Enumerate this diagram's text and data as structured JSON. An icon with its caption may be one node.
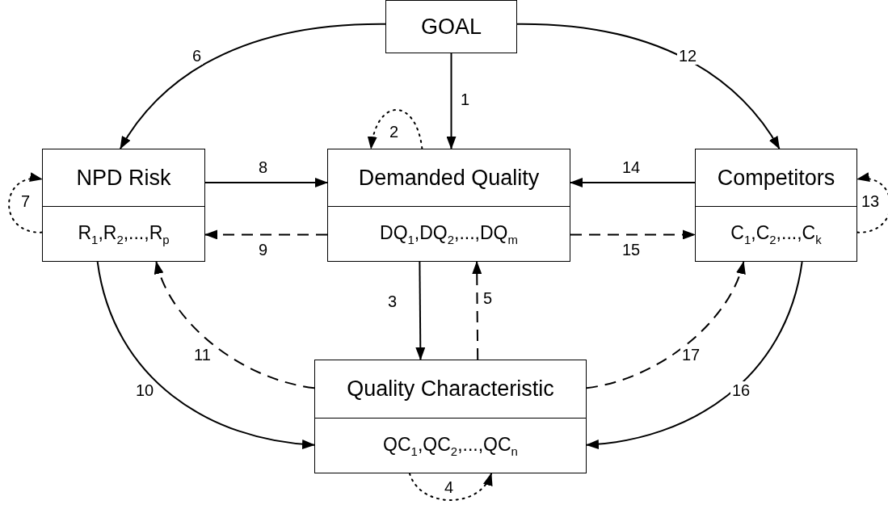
{
  "diagram": {
    "nodes": [
      {
        "text": [
          "GOAL"
        ]
      },
      {
        "text": [
          "NPD Risk",
          "R$_{1}$,R$_{2}$,...,R$_{p}$"
        ]
      },
      {
        "text": [
          "Demanded Quality",
          "DQ$_{1}$,DQ$_{2}$,...,DQ$_{m}$"
        ]
      },
      {
        "text": [
          "Competitors",
          "C$_{1}$,C$_{2}$,...,C$_{k}$"
        ]
      },
      {
        "text": [
          "Quality Characteristic",
          "QC$_{1}$,QC$_{2}$,...,QC$_{n}$"
        ]
      }
    ],
    "edges": [
      {
        "from": 0,
        "to": 2,
        "arrow": "to",
        "label": "1"
      },
      {
        "from": 2,
        "to": 2,
        "arrow": "to",
        "label": "2",
        "style": "dashed"
      },
      {
        "from": 2,
        "to": 4,
        "arrow": "to",
        "label": "3"
      },
      {
        "from": 4,
        "to": 4,
        "arrow": "to",
        "label": "4",
        "style": "dashed"
      },
      {
        "from": 4,
        "to": 2,
        "arrow": "to",
        "label": "5",
        "style": "dashed"
      },
      {
        "from": 0,
        "to": 1,
        "arrow": "to",
        "label": "6"
      },
      {
        "from": 1,
        "to": 1,
        "arrow": "to",
        "label": "7",
        "style": "dashed"
      },
      {
        "from": 1,
        "to": 2,
        "arrow": "to",
        "label": "8"
      },
      {
        "from": 2,
        "to": 1,
        "arrow": "to",
        "label": "9",
        "style": "dashed"
      },
      {
        "from": 1,
        "to": 4,
        "arrow": "to",
        "label": "10"
      },
      {
        "from": 4,
        "to": 1,
        "arrow": "to",
        "label": "11",
        "style": "dashed"
      },
      {
        "from": 0,
        "to": 3,
        "arrow": "to",
        "label": "12"
      },
      {
        "from": 3,
        "to": 3,
        "arrow": "to",
        "label": "13",
        "style": "dashed"
      },
      {
        "from": 3,
        "to": 2,
        "arrow": "to",
        "label": "14"
      },
      {
        "from": 2,
        "to": 3,
        "arrow": "to",
        "label": "15",
        "style": "dashed"
      },
      {
        "from": 3,
        "to": 4,
        "arrow": "to",
        "label": "16"
      },
      {
        "from": 4,
        "to": 3,
        "arrow": "to",
        "label": "17",
        "style": "dashed"
      }
    ]
  }
}
